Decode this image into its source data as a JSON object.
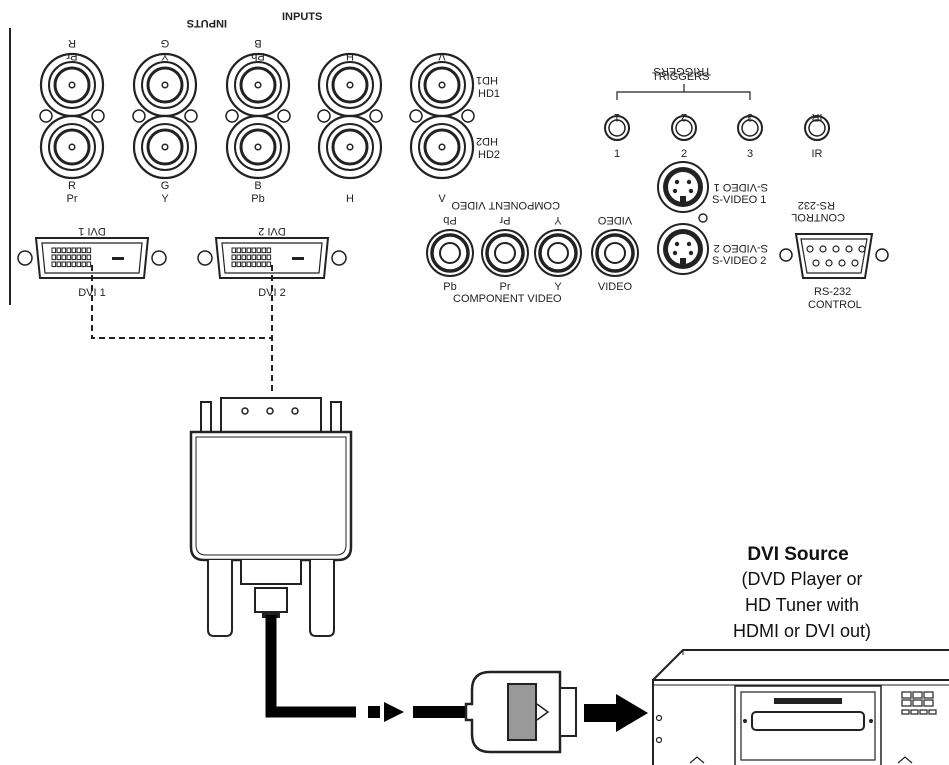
{
  "panel": {
    "inputs_label": "INPUTS",
    "bnc_top_labels": [
      {
        "line1": "R",
        "line2": "Pr"
      },
      {
        "line1": "G",
        "line2": "Y"
      },
      {
        "line1": "B",
        "line2": "Pb"
      },
      {
        "line1": "",
        "line2": "H"
      },
      {
        "line1": "",
        "line2": "V"
      }
    ],
    "bnc_bottom_labels": [
      {
        "line1": "R",
        "line2": "Pr"
      },
      {
        "line1": "G",
        "line2": "Y"
      },
      {
        "line1": "B",
        "line2": "Pb"
      },
      {
        "line1": "",
        "line2": "H"
      },
      {
        "line1": "",
        "line2": "V"
      }
    ],
    "hd1": "HD1",
    "hd2": "HD2",
    "triggers": "TRIGGERS",
    "trigger_labels": [
      "1",
      "2",
      "3",
      "IR"
    ],
    "svideo1": "S-VIDEO 1",
    "svideo2": "S-VIDEO 2",
    "rs232_line1": "RS-232",
    "rs232_line2": "CONTROL",
    "component_video": "COMPONENT VIDEO",
    "rca_labels": [
      "Pb",
      "Pr",
      "Y",
      "VIDEO"
    ],
    "dvi1": "DVI 1",
    "dvi2": "DVI 2"
  },
  "source": {
    "title": "DVI Source",
    "line1": "(DVD Player or",
    "line2": "HD Tuner with",
    "line3": "HDMI or DVI out)"
  }
}
